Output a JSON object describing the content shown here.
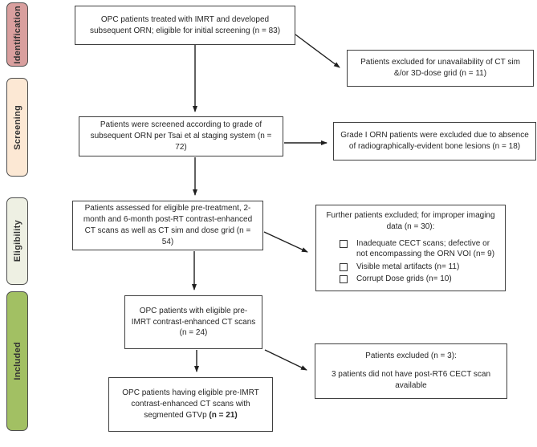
{
  "diagram_type": "study-selection-flowchart",
  "colors": {
    "stage_identification": "#d99f9e",
    "stage_screening": "#fce8d4",
    "stage_eligibility": "#eef0e3",
    "stage_included": "#a2c063",
    "box_border": "#3f3f3f",
    "arrow": "#1f1f1f",
    "background": "#ffffff"
  },
  "stages": [
    {
      "label": "Identification",
      "color": "#d99f9e"
    },
    {
      "label": "Screening",
      "color": "#fce8d4"
    },
    {
      "label": "Eligibility",
      "color": "#eef0e3"
    },
    {
      "label": "Included",
      "color": "#a2c063"
    }
  ],
  "flow_boxes": [
    {
      "text": "OPC patients treated with IMRT and developed subsequent ORN; eligible for initial screening (n = 83)"
    },
    {
      "text": "Patients were screened according to grade of subsequent ORN per Tsai et al staging system (n = 72)"
    },
    {
      "text": "Patients assessed for eligible pre-treatment, 2-month and 6-month post-RT contrast-enhanced CT scans as well as CT sim and dose grid (n = 54)"
    },
    {
      "text": "OPC patients with eligible pre-IMRT contrast-enhanced CT scans (n = 24)"
    },
    {
      "text_main": "OPC patients having eligible pre-IMRT contrast-enhanced CT scans with segmented GTVp ",
      "text_bold": "(n = 21)"
    }
  ],
  "exclusion_boxes": [
    {
      "text": "Patients excluded for unavailability of CT sim &/or 3D-dose grid (n = 11)"
    },
    {
      "text": "Grade I ORN patients were excluded due to absence of radiographically-evident bone lesions (n = 18)"
    },
    {
      "title": "Further patients excluded; for improper imaging data (n = 30):",
      "items": [
        "Inadequate CECT scans; defective or not encompassing the ORN VOI (n= 9)",
        "Visible metal artifacts (n= 11)",
        "Corrupt Dose grids (n= 10)"
      ]
    },
    {
      "title": "Patients excluded (n = 3):",
      "detail": "3 patients did not have post-RT6 CECT scan available"
    }
  ]
}
